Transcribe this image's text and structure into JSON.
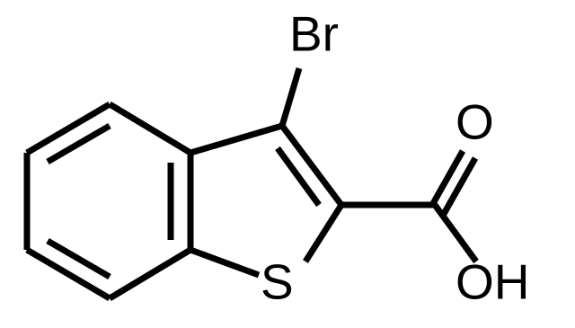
{
  "atoms": {
    "bromine": "Br",
    "sulfur": "S",
    "carbonyl_oxygen": "O",
    "hydroxyl": "OH"
  },
  "colors": {
    "bond": "#000000",
    "label": "#000000",
    "background": "#ffffff"
  }
}
